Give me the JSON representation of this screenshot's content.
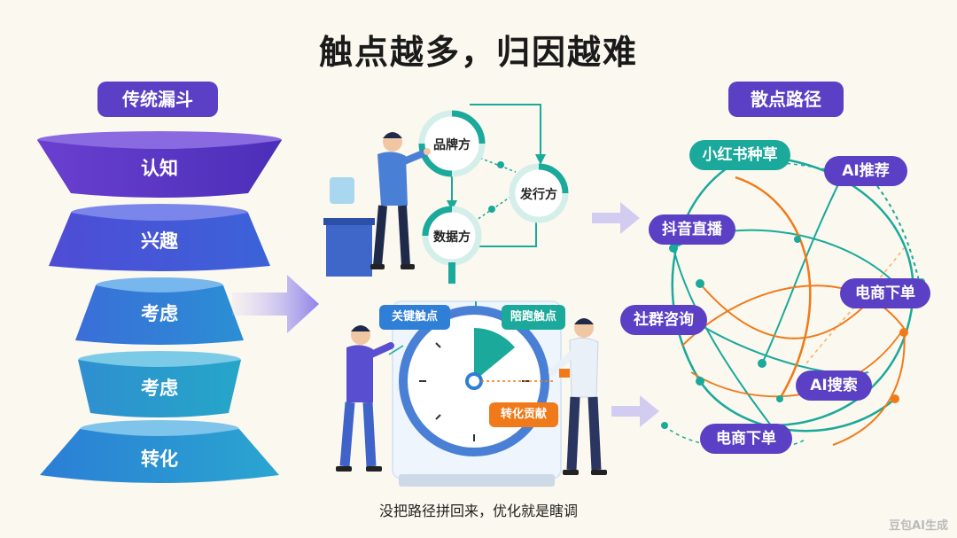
{
  "title": "触点越多，归因越难",
  "left": {
    "heading": "传统漏斗",
    "stages": [
      "认知",
      "兴趣",
      "考虑",
      "考虑",
      "转化"
    ]
  },
  "middle": {
    "cycle_nodes": [
      "品牌方",
      "发行方",
      "数据方"
    ],
    "tags": {
      "key_touchpoint": "关键触点",
      "companion_touchpoint": "陪跑触点",
      "conversion": "转化贡献"
    },
    "caption": "没把路径拼回来，优化就是瞎调"
  },
  "right": {
    "heading": "散点路径",
    "channels": [
      "小红书种草",
      "AI推荐",
      "抖音直播",
      "电商下单",
      "社群咨询",
      "AI搜索",
      "电商下单"
    ]
  },
  "watermark": "豆包AI生成",
  "colors": {
    "purple": "#5b3fc4",
    "teal": "#1aa99a",
    "orange": "#f07a1a",
    "blue": "#2f7fd6"
  }
}
